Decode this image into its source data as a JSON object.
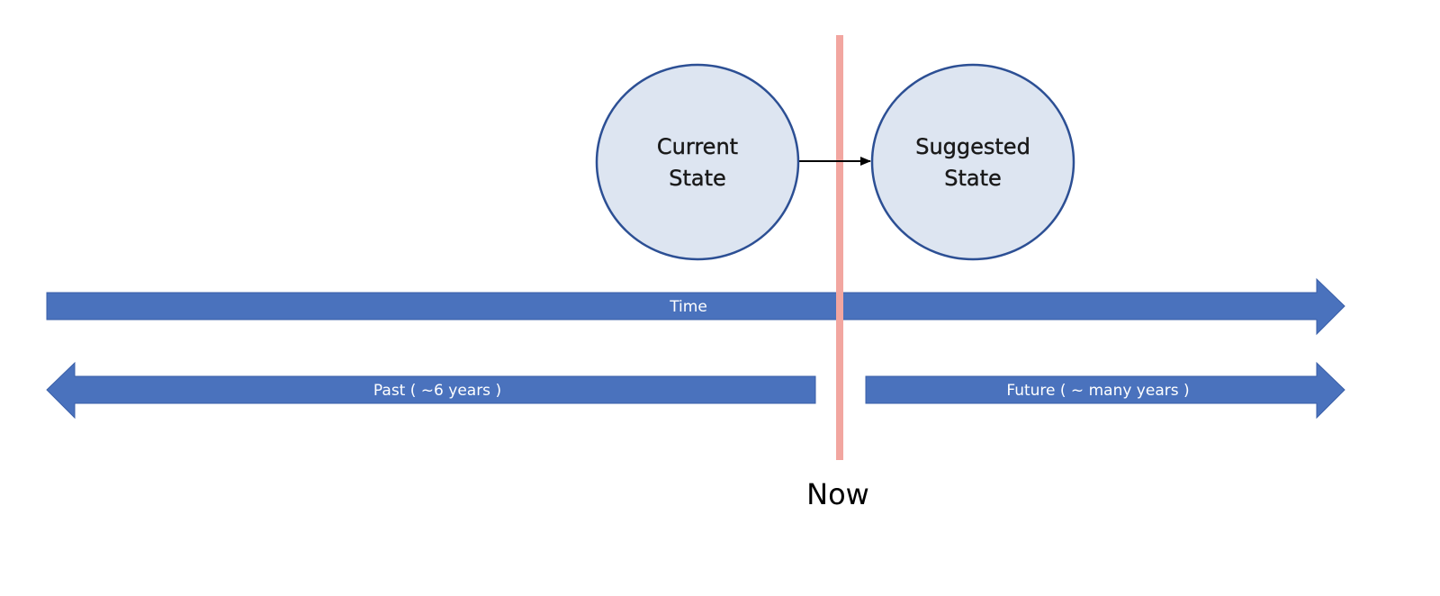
{
  "nodes": {
    "current": {
      "line1": "Current",
      "line2": "State"
    },
    "suggested": {
      "line1": "Suggested",
      "line2": "State"
    }
  },
  "arrows": {
    "time": "Time",
    "past": "Past ( ~6 years )",
    "future": "Future ( ~ many years )"
  },
  "marker": {
    "label": "Now"
  },
  "colors": {
    "arrow_fill": "#4a72bd",
    "arrow_border": "#3a5fa8",
    "node_fill": "#dde5f1",
    "node_border": "#2c4f94",
    "now_line": "#f2a6a0",
    "connector": "#000000"
  }
}
